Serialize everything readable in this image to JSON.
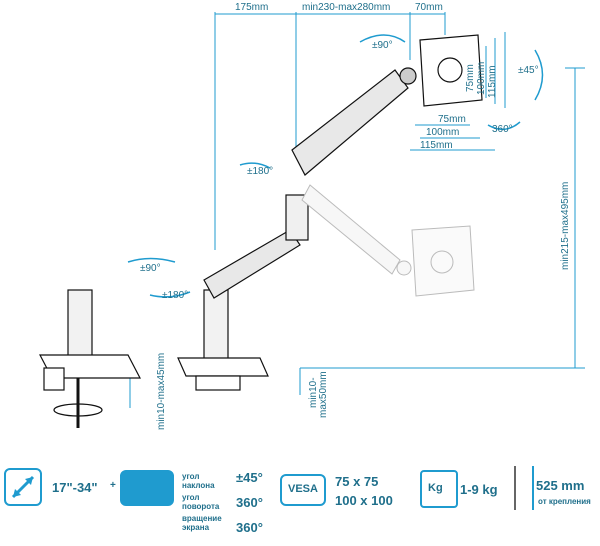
{
  "dimensions": {
    "top_left": "175mm",
    "top_mid": "min230-max280mm",
    "top_right": "70mm",
    "vesa_v75": "75mm",
    "vesa_v100": "100mm",
    "vesa_v115": "115mm",
    "vesa_h75": "75mm",
    "vesa_h100": "100mm",
    "vesa_h115": "115mm",
    "height_range": "min215-max495mm",
    "clamp_range": "min10-max45mm",
    "grommet_range_line1": "min10-",
    "grommet_range_line2": "max50mm"
  },
  "angles": {
    "rot_top": "±90°",
    "tilt_right": "±45°",
    "rot_360": "360°",
    "arm_mid": "±180°",
    "arm_left_90": "±90°",
    "arm_left_180": "±180°"
  },
  "specs": {
    "screen_size": "17\"-34\"",
    "plus": "+",
    "label_tilt": "угол наклона",
    "label_swivel": "угол поворота",
    "label_rotation": "вращение экрана",
    "tilt_value": "±45°",
    "swivel_value": "360°",
    "rotation_value": "360°",
    "vesa_badge": "VESA",
    "vesa_values_1": "75 x 75",
    "vesa_values_2": "100 x 100",
    "weight_badge": "Kg",
    "weight_value": "1-9 kg",
    "reach_value": "525 mm",
    "reach_label": "от крепления"
  },
  "colors": {
    "accent": "#1f9bcf",
    "text": "#1f6f8b",
    "line": "#111111",
    "arm": "#e8e8e8"
  }
}
